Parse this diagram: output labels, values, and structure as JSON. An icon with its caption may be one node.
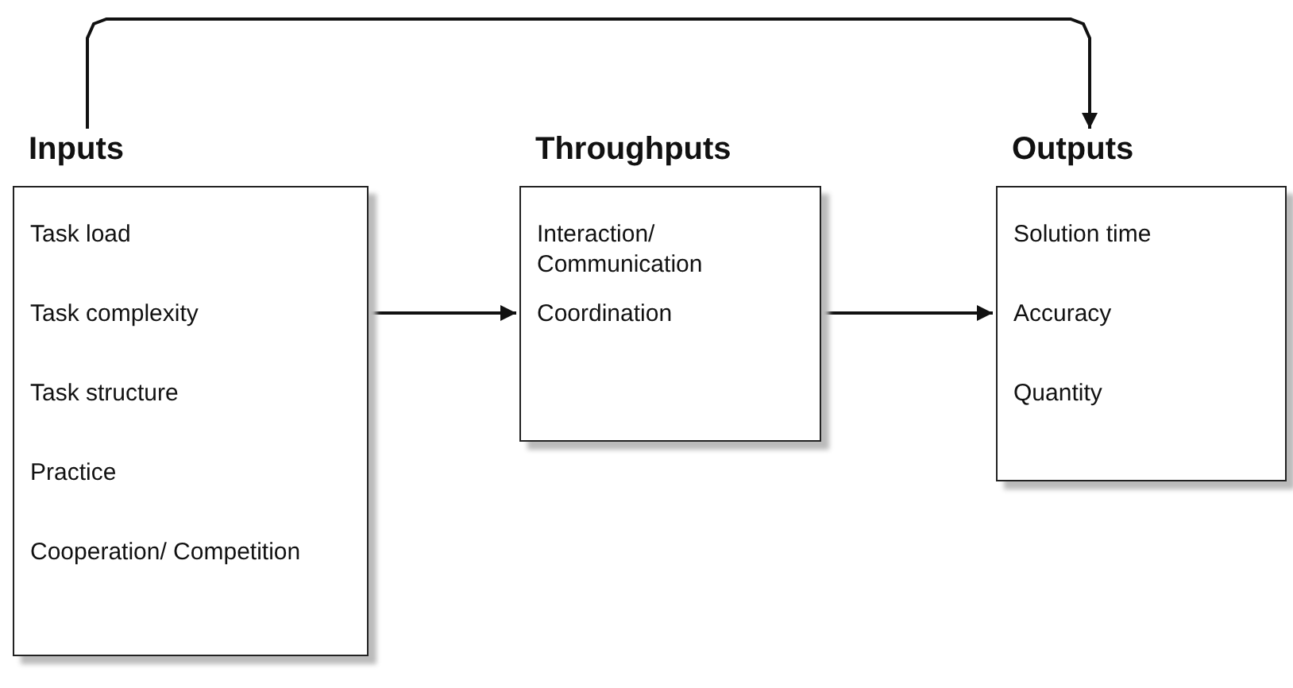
{
  "diagram": {
    "nodes": [
      {
        "text": [
          "Inputs",
          "Task load",
          "Task complexity",
          "Task structure",
          "Practice",
          "Cooperation/ Competition"
        ]
      },
      {
        "text": [
          "Throughputs",
          "Interaction/ Communication",
          "Coordination"
        ]
      },
      {
        "text": [
          "Outputs",
          "Solution time",
          "Accuracy",
          "Quantity"
        ]
      }
    ],
    "edges": [
      {
        "from": 0,
        "to": 1,
        "arrow": "to"
      },
      {
        "from": 1,
        "to": 2,
        "arrow": "to"
      },
      {
        "from": 0,
        "to": 2,
        "arrow": "to"
      }
    ]
  }
}
